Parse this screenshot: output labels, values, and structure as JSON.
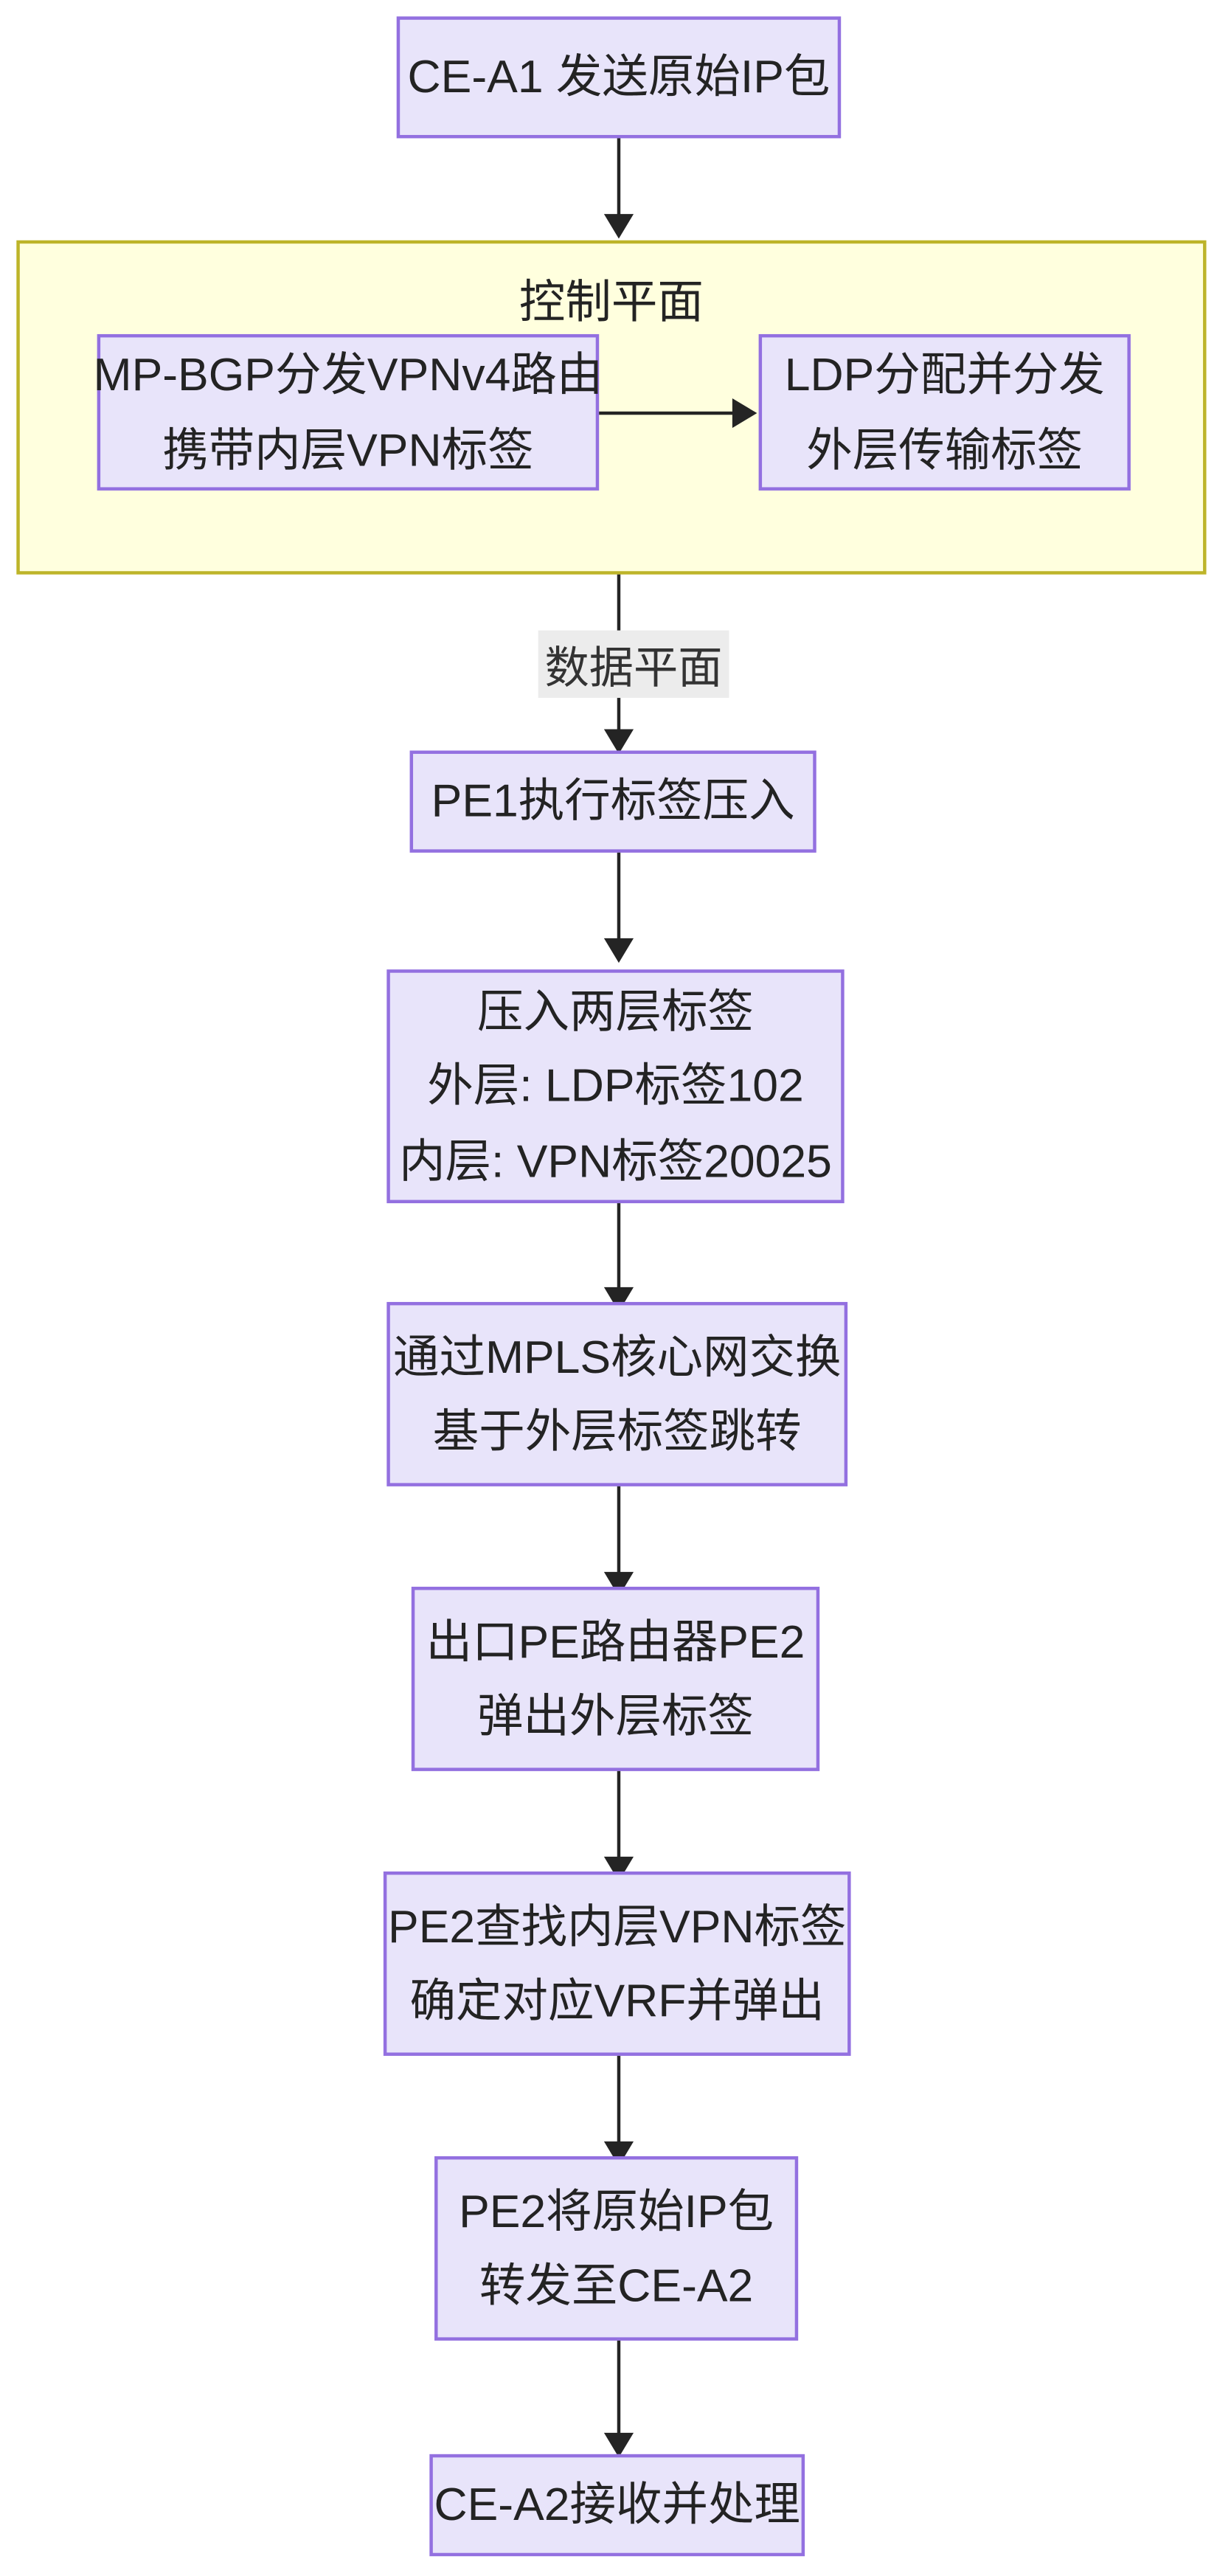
{
  "diagram": {
    "type": "flowchart",
    "direction": "top-to-bottom",
    "title_visible": false,
    "colors": {
      "node_fill": "#e8e4fa",
      "node_border": "#9370e0",
      "node_text": "#232323",
      "cluster_fill": "#ffffde",
      "cluster_border": "#bdb429",
      "edge": "#242424",
      "edge_label_bg": "#ececec"
    }
  },
  "nodes": {
    "start": {
      "id": "ce_a1",
      "lines": [
        "CE-A1 发送原始IP包"
      ]
    },
    "mpbgp": {
      "id": "mp_bgp",
      "lines": [
        "MP-BGP分发VPNv4路由",
        "携带内层VPN标签"
      ]
    },
    "ldp": {
      "id": "ldp",
      "lines": [
        "LDP分配并分发",
        "外层传输标签"
      ]
    },
    "pe1_push": {
      "id": "pe1_push",
      "lines": [
        "PE1执行标签压入"
      ]
    },
    "two_labels": {
      "id": "two_labels",
      "lines": [
        "压入两层标签",
        "外层: LDP标签102",
        "内层: VPN标签20025"
      ]
    },
    "mpls_core": {
      "id": "mpls_core",
      "lines": [
        "通过MPLS核心网交换",
        "基于外层标签跳转"
      ]
    },
    "pe2_pop_outer": {
      "id": "pe2_pop_outer",
      "lines": [
        "出口PE路由器PE2",
        "弹出外层标签"
      ]
    },
    "pe2_vrf": {
      "id": "pe2_vrf",
      "lines": [
        "PE2查找内层VPN标签",
        "确定对应VRF并弹出"
      ]
    },
    "pe2_forward": {
      "id": "pe2_forward",
      "lines": [
        "PE2将原始IP包",
        "转发至CE-A2"
      ]
    },
    "end": {
      "id": "ce_a2",
      "lines": [
        "CE-A2接收并处理"
      ]
    }
  },
  "clusters": {
    "control_plane": {
      "id": "control_plane",
      "title": "控制平面"
    }
  },
  "edge_labels": {
    "data_plane": "数据平面"
  }
}
